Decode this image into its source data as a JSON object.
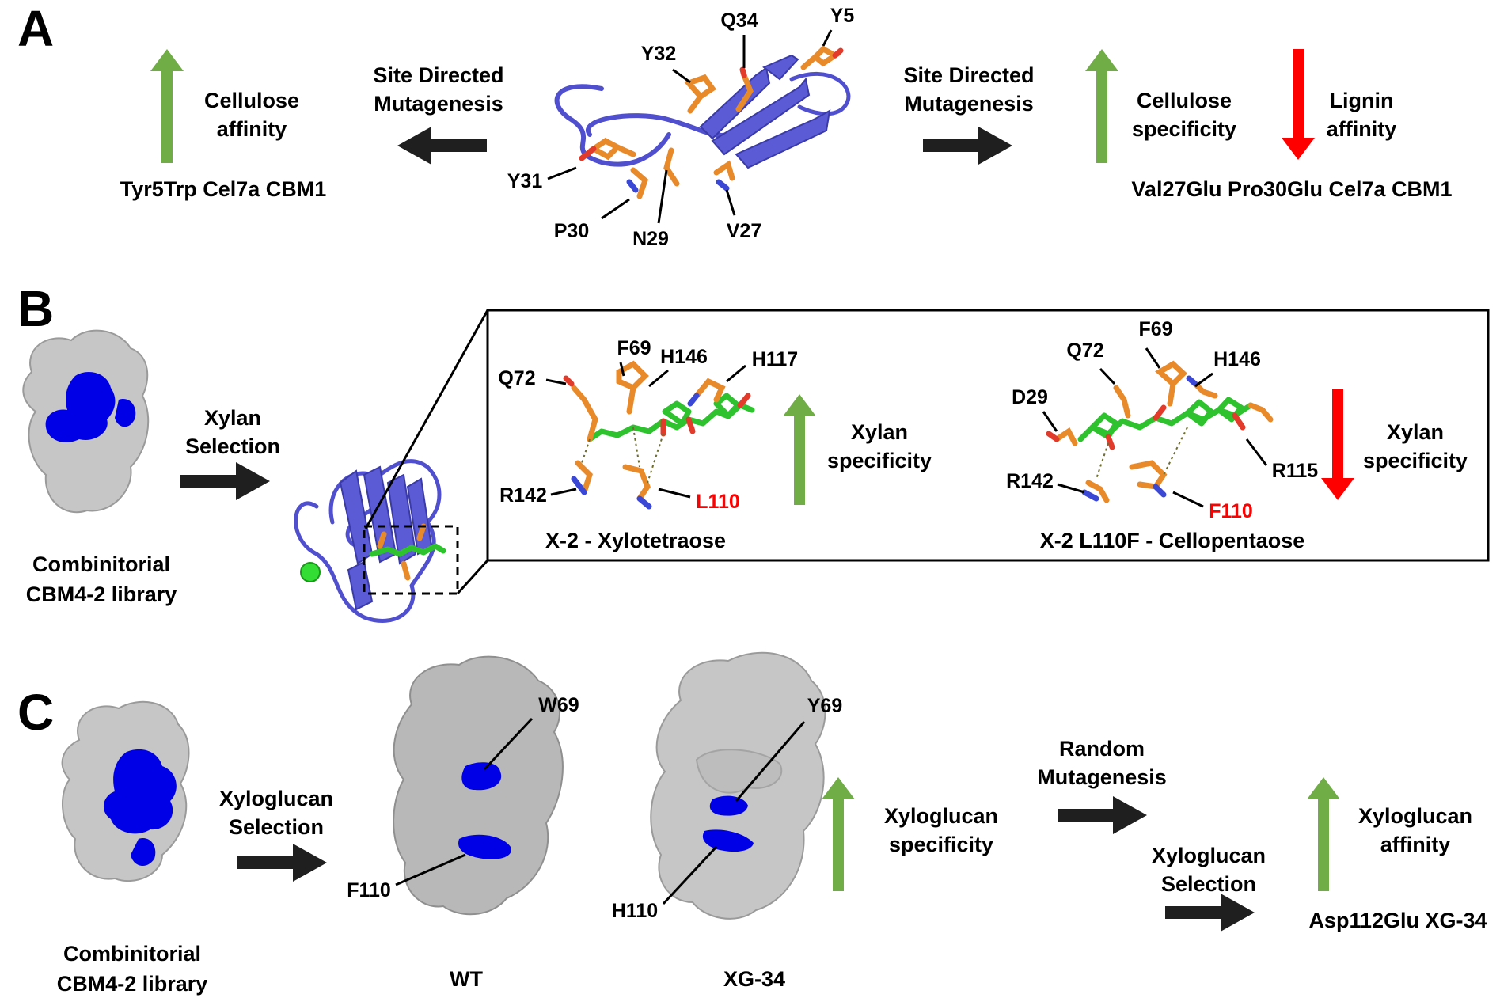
{
  "panels": {
    "A": {
      "letter": "A",
      "left_method": [
        "Site Directed",
        "Mutagenesis"
      ],
      "left_effect": [
        "Cellulose",
        "affinity"
      ],
      "left_mutant": "Tyr5Trp Cel7a CBM1",
      "residues": [
        "Y5",
        "Q34",
        "Y32",
        "Y31",
        "P30",
        "N29",
        "V27"
      ],
      "right_method": [
        "Site Directed",
        "Mutagenesis"
      ],
      "right_effect_up": [
        "Cellulose",
        "specificity"
      ],
      "right_effect_down": [
        "Lignin",
        "affinity"
      ],
      "right_mutant": "Val27Glu Pro30Glu Cel7a CBM1"
    },
    "B": {
      "letter": "B",
      "library": [
        "Combinitorial",
        "CBM4-2 library"
      ],
      "selection": [
        "Xylan",
        "Selection"
      ],
      "left_complex": {
        "residues": [
          "F69",
          "H146",
          "H117",
          "Q72",
          "R142"
        ],
        "mutated_residue": "L110",
        "caption": "X-2 - Xylotetraose",
        "effect": [
          "Xylan",
          "specificity"
        ]
      },
      "right_complex": {
        "residues": [
          "F69",
          "Q72",
          "H146",
          "D29",
          "R115",
          "R142"
        ],
        "mutated_residue": "F110",
        "caption": "X-2 L110F - Cellopentaose",
        "effect": [
          "Xylan",
          "specificity"
        ]
      }
    },
    "C": {
      "letter": "C",
      "library": [
        "Combinitorial",
        "CBM4-2 library"
      ],
      "selection": [
        "Xyloglucan",
        "Selection"
      ],
      "wt": {
        "caption": "WT",
        "residue_top": "W69",
        "residue_bottom": "F110"
      },
      "mutant": {
        "caption": "XG-34",
        "residue_top": "Y69",
        "residue_bottom": "H110"
      },
      "effect1": [
        "Xyloglucan",
        "specificity"
      ],
      "method_random": [
        "Random",
        "Mutagenesis"
      ],
      "method_selection": [
        "Xyloglucan",
        "Selection"
      ],
      "effect2": [
        "Xyloglucan",
        "affinity"
      ],
      "final_mutant": "Asp112Glu XG-34"
    }
  },
  "colors": {
    "increase_arrow": "#70ad47",
    "decrease_arrow": "#ff0000",
    "process_arrow": "#1f1f1f",
    "protein_cartoon": "#5b5bd6",
    "residue_sticks": "#e88a2a",
    "ligand_sticks": "#2fc22f",
    "surface": "#c6c6c6",
    "binding_patch": "#0000e6",
    "highlight_text": "#ff0000"
  }
}
